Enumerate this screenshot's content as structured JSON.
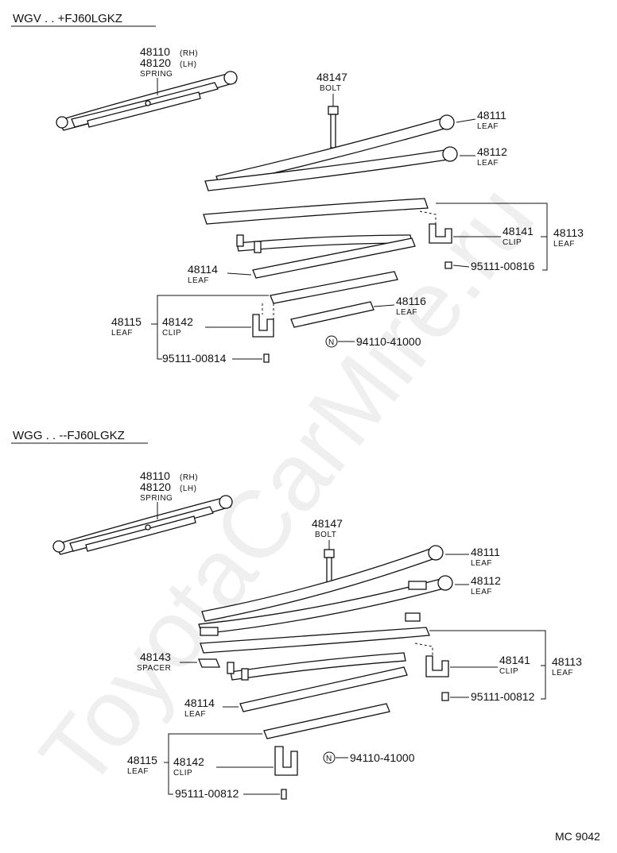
{
  "watermark": "ToyotaCarMire.ru",
  "footer_code": "MC 9042",
  "sections": [
    {
      "header": "WGV . . +FJ60LGKZ",
      "spring": {
        "pn_rh": "48110",
        "tag_rh": "(RH)",
        "pn_lh": "48120",
        "tag_lh": "(LH)",
        "name": "SPRING"
      },
      "bolt": {
        "pn": "48147",
        "name": "BOLT"
      },
      "leaf_48111": {
        "pn": "48111",
        "name": "LEAF"
      },
      "leaf_48112": {
        "pn": "48112",
        "name": "LEAF"
      },
      "clip_48141": {
        "pn": "48141",
        "name": "CLIP"
      },
      "group_48113": {
        "pn": "48113",
        "name": "LEAF"
      },
      "rivet_upper": {
        "pn": "95111-00816"
      },
      "leaf_48114": {
        "pn": "48114",
        "name": "LEAF"
      },
      "leaf_48116": {
        "pn": "48116",
        "name": "LEAF"
      },
      "group_48115": {
        "pn": "48115",
        "name": "LEAF"
      },
      "clip_48142": {
        "pn": "48142",
        "name": "CLIP"
      },
      "nut": {
        "symbol": "N",
        "pn": "94110-41000"
      },
      "rivet_lower": {
        "pn": "95111-00814"
      }
    },
    {
      "header": "WGG . . --FJ60LGKZ",
      "spring": {
        "pn_rh": "48110",
        "tag_rh": "(RH)",
        "pn_lh": "48120",
        "tag_lh": "(LH)",
        "name": "SPRING"
      },
      "bolt": {
        "pn": "48147",
        "name": "BOLT"
      },
      "leaf_48111": {
        "pn": "48111",
        "name": "LEAF"
      },
      "leaf_48112": {
        "pn": "48112",
        "name": "LEAF"
      },
      "spacer_48143": {
        "pn": "48143",
        "name": "SPACER"
      },
      "clip_48141": {
        "pn": "48141",
        "name": "CLIP"
      },
      "group_48113": {
        "pn": "48113",
        "name": "LEAF"
      },
      "rivet_upper": {
        "pn": "95111-00812"
      },
      "leaf_48114": {
        "pn": "48114",
        "name": "LEAF"
      },
      "group_48115": {
        "pn": "48115",
        "name": "LEAF"
      },
      "clip_48142": {
        "pn": "48142",
        "name": "CLIP"
      },
      "nut": {
        "symbol": "N",
        "pn": "94110-41000"
      },
      "rivet_lower": {
        "pn": "95111-00812"
      }
    }
  ]
}
